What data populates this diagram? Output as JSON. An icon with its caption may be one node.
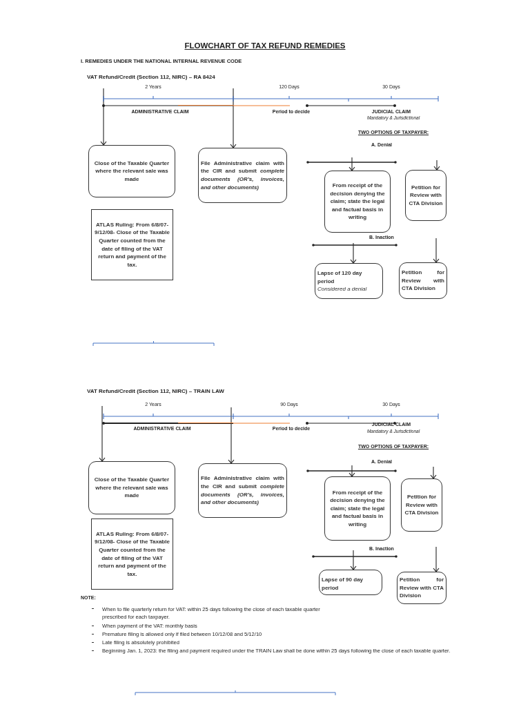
{
  "diagram": {
    "title": "FLOWCHART OF TAX REFUND REMEDIES",
    "nodes": [
      {
        "text": [
          "Close of the Taxable Quarter where the relevant sale was made"
        ]
      },
      {
        "text": [
          "File Administrative claim with the CIR and submit *complete documents* *(OR’s, invoices, and other documents)*"
        ]
      },
      {
        "text": [
          "ATLAS Ruling: From 6/8/07-9/12/08- Close of the Taxable Quarter counted from the date of filing of the VAT return and payment of the tax."
        ]
      },
      {
        "text": [
          "From receipt of the decision denying the claim; state the legal and factual basis in writing"
        ]
      },
      {
        "text": [
          "Petition for Review with CTA Division"
        ]
      },
      {
        "text": [
          "Lapse of 120 day period",
          "Considered a denial"
        ]
      },
      {
        "text": [
          "Petition for Review with CTA Division"
        ]
      },
      {
        "text": [
          "Close of the Taxable Quarter where the relevant sale was made"
        ]
      },
      {
        "text": [
          "File Administrative claim with the CIR and submit *complete documents* *(OR’s, invoices, and other documents)*"
        ]
      },
      {
        "text": [
          "ATLAS Ruling: From 6/8/07-9/12/08- Close of the Taxable Quarter counted from the date of filing of the VAT return and payment of the tax."
        ]
      },
      {
        "text": [
          "From receipt of the decision denying the claim; state the legal and factual basis in writing"
        ]
      },
      {
        "text": [
          "Petition for Review with CTA Division"
        ]
      },
      {
        "text": [
          "Lapse of 90 day period"
        ]
      },
      {
        "text": [
          "Petition for Review with CTA Division"
        ]
      }
    ],
    "edges": [
      {
        "from": null,
        "to": 0,
        "arrow": "to"
      },
      {
        "from": null,
        "to": 1,
        "arrow": "to"
      },
      {
        "from": null,
        "to": 3,
        "arrow": "to"
      },
      {
        "from": null,
        "to": 4,
        "arrow": "to"
      },
      {
        "from": null,
        "to": 5,
        "arrow": "to"
      },
      {
        "from": null,
        "to": 6,
        "arrow": "to"
      },
      {
        "from": null,
        "to": 7,
        "arrow": "to"
      },
      {
        "from": null,
        "to": 8,
        "arrow": "to"
      },
      {
        "from": null,
        "to": 10,
        "arrow": "to"
      },
      {
        "from": null,
        "to": 11,
        "arrow": "to"
      },
      {
        "from": null,
        "to": 12,
        "arrow": "to"
      },
      {
        "from": null,
        "to": 13,
        "arrow": "to"
      }
    ],
    "labels": [
      "I. REMEDIES UNDER THE NATIONAL INTERNAL REVENUE CODE",
      "VAT Refund/Credit (Section 112, NIRC) – RA 8424",
      "2 Years",
      "120 Days",
      "30 Days",
      "ADMINISTRATIVE CLAIM",
      "Period to decide",
      "JUDICIAL CLAIM",
      "Mandatory & Jurisdictional",
      "TWO OPTIONS OF TAXPAYER:",
      "A. Denial",
      "B. Inaction",
      "VAT Refund/Credit (Section 112, NIRC) – TRAIN LAW",
      "2 Years",
      "90 Days",
      "30 Days",
      "ADMINISTRATIVE CLAIM",
      "Period to decide",
      "JUDICIAL CLAIM",
      "Mandatory & Jurisdictional",
      "TWO OPTIONS OF TAXPAYER:",
      "A. Denial",
      "B. Inaction",
      "NOTE:",
      "When to file quarterly return for VAT: within 25 days following the close of each taxable quarter prescribed for each taxpayer.",
      "When payment of the VAT: monthly basis",
      "Premature filing is allowed only if filed between 10/12/08 and 5/12/10",
      "Late filing is absolutely prohibited",
      "Beginning Jan. 1, 2023: the filing and payment required under the TRAIN Law shall be done within 25 days following the close of each taxable quarter."
    ]
  }
}
